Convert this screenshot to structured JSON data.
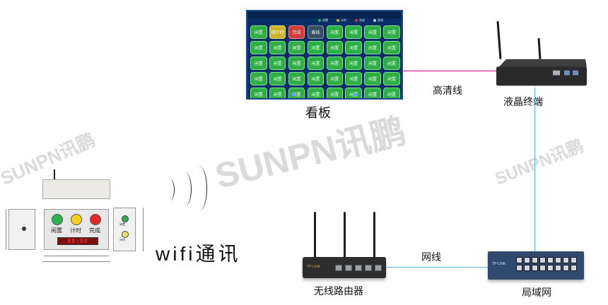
{
  "watermarks": [
    "SUNPN讯鹏",
    "SUNPN讯鹏",
    "SUNPN讯鹏"
  ],
  "board": {
    "label": "看板",
    "legend": [
      {
        "text": "闲置",
        "color": "#2fae45"
      },
      {
        "text": "计时",
        "color": "#d2b12a"
      },
      {
        "text": "完成",
        "color": "#d13b3b"
      },
      {
        "text": "离线",
        "color": "#cccccc"
      }
    ],
    "cells": [
      {
        "text": "闲置",
        "status": "green"
      },
      {
        "text": "倒计时",
        "status": "yellow"
      },
      {
        "text": "完成",
        "status": "red"
      },
      {
        "text": "离线",
        "status": "dark"
      },
      {
        "text": "闲置",
        "status": "green"
      },
      {
        "text": "闲置",
        "status": "green"
      },
      {
        "text": "闲置",
        "status": "green"
      },
      {
        "text": "闲置",
        "status": "green"
      },
      {
        "text": "闲置",
        "status": "green"
      },
      {
        "text": "闲置",
        "status": "green"
      },
      {
        "text": "闲置",
        "status": "green"
      },
      {
        "text": "闲置",
        "status": "green"
      },
      {
        "text": "闲置",
        "status": "green"
      },
      {
        "text": "闲置",
        "status": "green"
      },
      {
        "text": "闲置",
        "status": "green"
      },
      {
        "text": "闲置",
        "status": "green"
      },
      {
        "text": "闲置",
        "status": "green"
      },
      {
        "text": "闲置",
        "status": "green"
      },
      {
        "text": "闲置",
        "status": "green"
      },
      {
        "text": "闲置",
        "status": "green"
      },
      {
        "text": "闲置",
        "status": "green"
      },
      {
        "text": "闲置",
        "status": "green"
      },
      {
        "text": "闲置",
        "status": "green"
      },
      {
        "text": "闲置",
        "status": "green"
      },
      {
        "text": "闲置",
        "status": "green"
      },
      {
        "text": "闲置",
        "status": "green"
      },
      {
        "text": "闲置",
        "status": "green"
      },
      {
        "text": "闲置",
        "status": "green"
      },
      {
        "text": "闲置",
        "status": "green"
      },
      {
        "text": "闲置",
        "status": "green"
      },
      {
        "text": "闲置",
        "status": "green"
      },
      {
        "text": "闲置",
        "status": "green"
      },
      {
        "text": "闲置",
        "status": "green"
      },
      {
        "text": "闲置",
        "status": "green"
      },
      {
        "text": "闲置",
        "status": "green"
      },
      {
        "text": "闲置",
        "status": "green"
      },
      {
        "text": "闲置",
        "status": "green"
      },
      {
        "text": "闲置",
        "status": "green"
      },
      {
        "text": "闲置",
        "status": "green"
      },
      {
        "text": "闲置",
        "status": "green"
      }
    ]
  },
  "labels": {
    "hdmi_cable": "高清线",
    "lcd_terminal": "液晶终端",
    "wifi": "wifi通讯",
    "network_cable": "网线",
    "wireless_router": "无线路由器",
    "lan": "局域网"
  },
  "device": {
    "buttons": [
      {
        "label": "闲置",
        "color": "#2bb24c"
      },
      {
        "label": "计时",
        "color": "#f0d21e"
      },
      {
        "label": "完成",
        "color": "#e02a2a"
      }
    ],
    "display": "88:88",
    "side_indicators": [
      {
        "label": "闲置",
        "color": "#2bb24c"
      },
      {
        "label": "计时",
        "color": "#e9e26b"
      }
    ]
  },
  "colors": {
    "hdmi_line": "#e5007f",
    "network_line": "#56b8e6"
  }
}
